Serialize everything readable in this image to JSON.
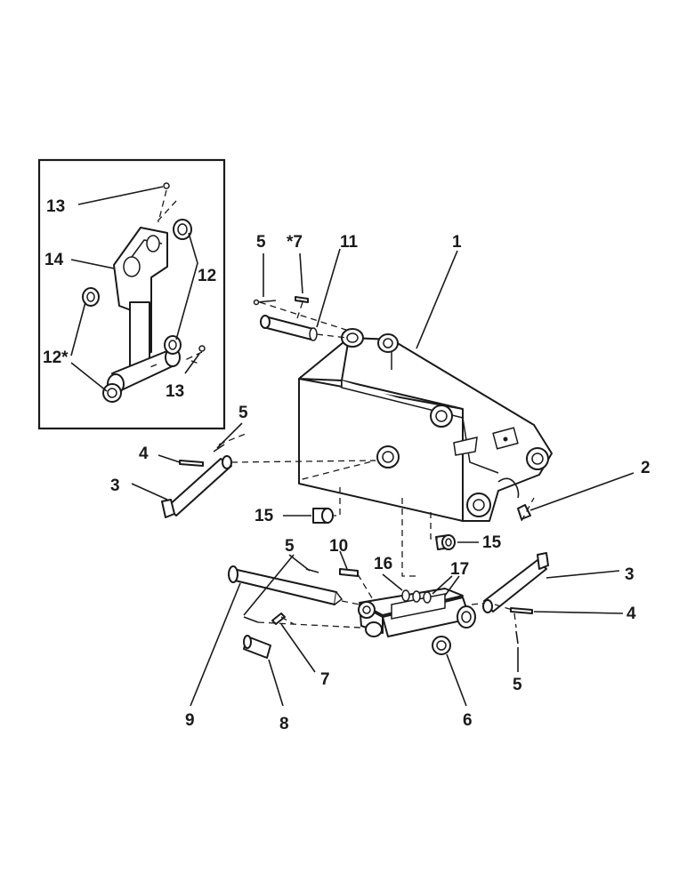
{
  "callouts": {
    "c1": "1",
    "c2": "2",
    "c3a": "3",
    "c3b": "3",
    "c4a": "4",
    "c4b": "4",
    "c5a": "5",
    "c5b": "5",
    "c5c": "5",
    "c5d": "5",
    "c6": "6",
    "c7a": "*7",
    "c7b": "7",
    "c8": "8",
    "c9": "9",
    "c10": "10",
    "c11": "11",
    "c12a": "12",
    "c12b": "12*",
    "c13a": "13",
    "c13b": "13",
    "c14": "14",
    "c15a": "15",
    "c15b": "15",
    "c16": "16",
    "c17": "17"
  }
}
